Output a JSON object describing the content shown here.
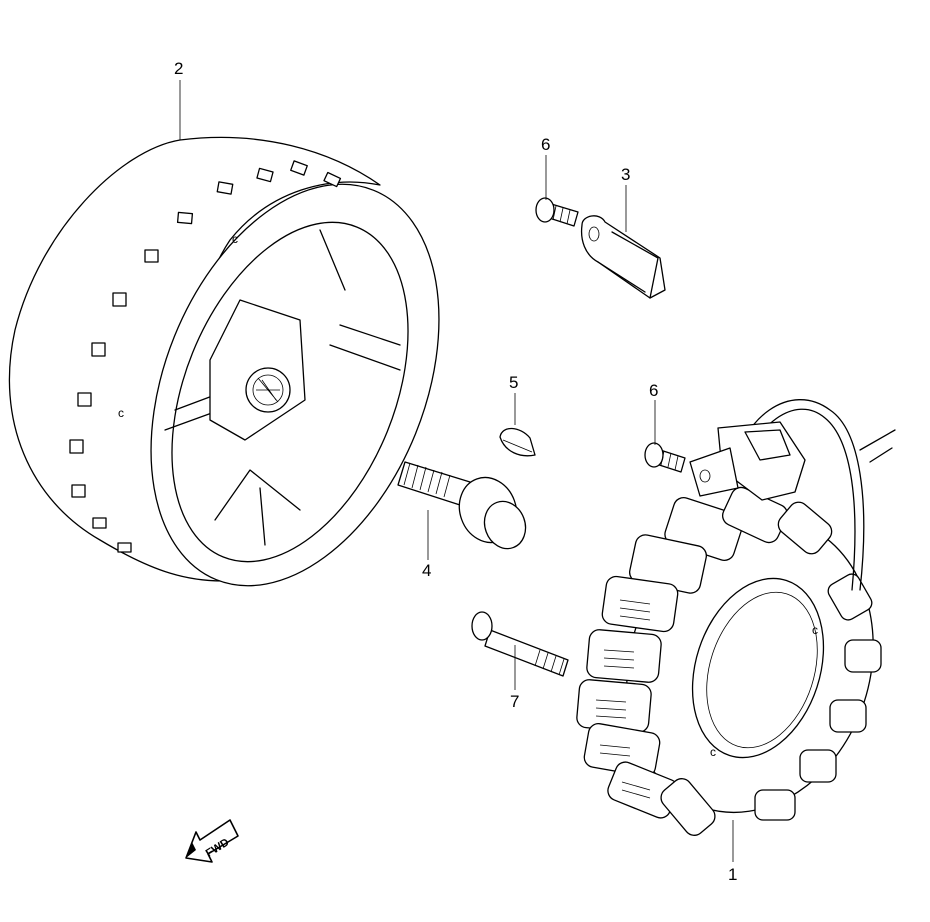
{
  "callouts": {
    "part_1": "1",
    "part_2": "2",
    "part_3": "3",
    "part_4": "4",
    "part_5": "5",
    "part_6a": "6",
    "part_6b": "6",
    "part_7": "7"
  },
  "fwd_label": "FWD",
  "icons": {
    "fwd_arrow": "fwd-arrow-icon"
  }
}
